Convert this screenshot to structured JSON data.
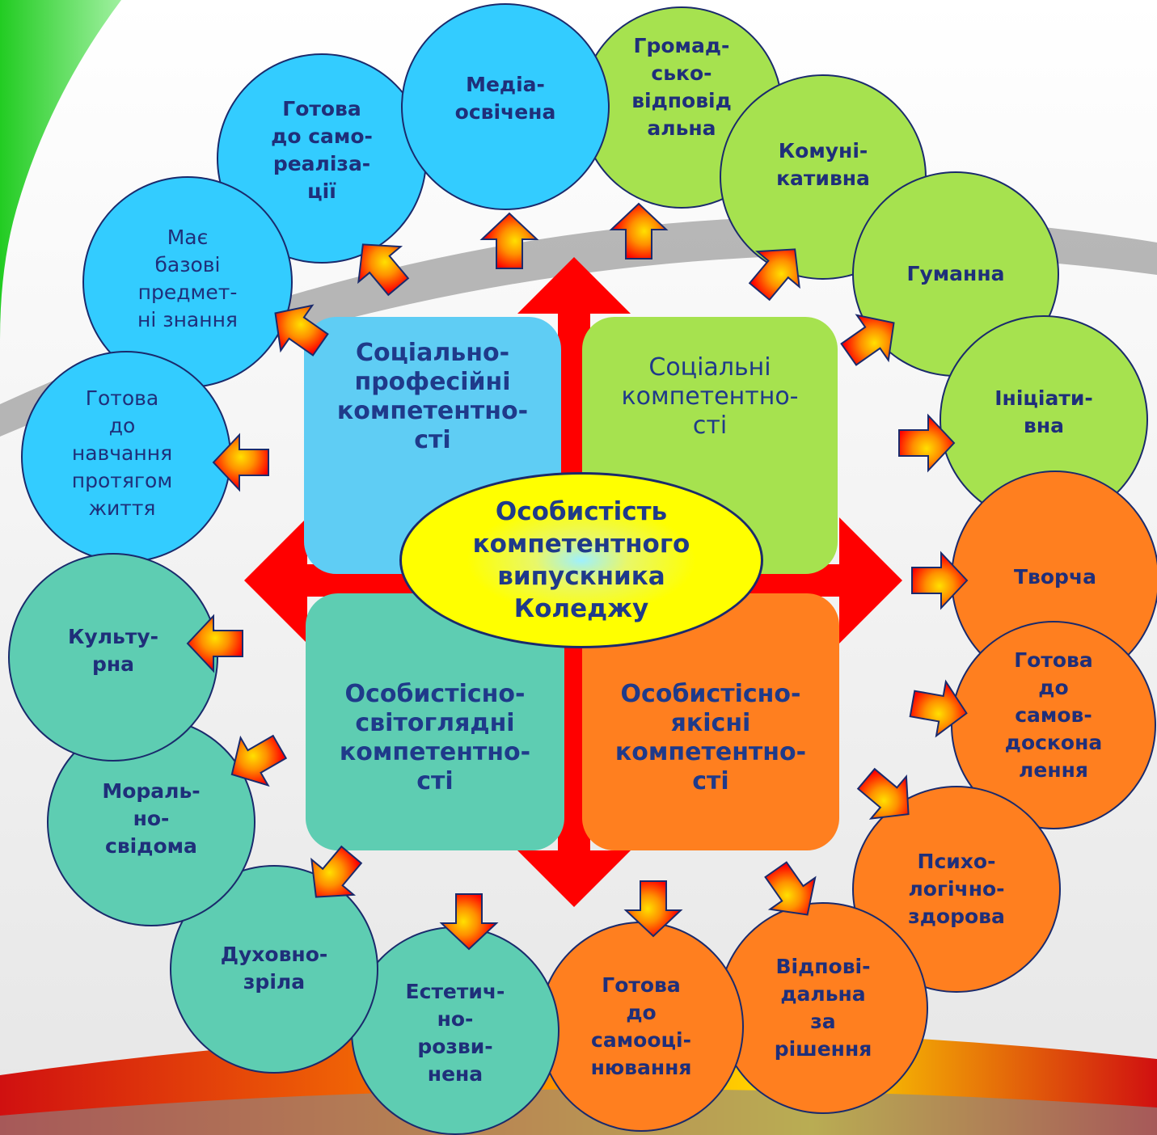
{
  "center": {
    "text": "Особистість\nкомпетентного\nвипускника\nКоледжу"
  },
  "quadrants": {
    "top_left": "Соціально-\nпрофесійні\nкомпетентно-\nсті",
    "top_right": "Соціальні\nкомпетентно-\nсті",
    "bottom_left": "Особистісно-\nсвітоглядні\nкомпетентно-\nсті",
    "bottom_right": "Особистісно-\nякісні\nкомпетентно-\nсті"
  },
  "circles": [
    {
      "id": "media",
      "group": "blue",
      "text": "Медіа-\nосвічена"
    },
    {
      "id": "self-realization",
      "group": "blue",
      "text": "Готова\nдо само-\nреаліза-\nції"
    },
    {
      "id": "basic-knowledge",
      "group": "blue",
      "text": "Має\nбазові\nпредмет-\nні знання"
    },
    {
      "id": "lifelong-learning",
      "group": "blue",
      "text": "Готова\nдо\nнавчання\nпротягом\nжиття"
    },
    {
      "id": "civic",
      "group": "green",
      "text": "Громад-\nсько-\nвідповід\nальна"
    },
    {
      "id": "communicative",
      "group": "green",
      "text": "Комуні-\nкативна"
    },
    {
      "id": "humane",
      "group": "green",
      "text": "Гуманна"
    },
    {
      "id": "initiative",
      "group": "green",
      "text": "Ініціати-\nвна"
    },
    {
      "id": "creative",
      "group": "orange",
      "text": "Творча"
    },
    {
      "id": "self-improvement",
      "group": "orange",
      "text": "Готова\nдо\nсамов-\nдоскона\nлення"
    },
    {
      "id": "psych-healthy",
      "group": "orange",
      "text": "Психо-\nлогічно-\nздорова"
    },
    {
      "id": "responsible",
      "group": "orange",
      "text": "Відпові-\nдальна\nза\nрішення"
    },
    {
      "id": "self-assessment",
      "group": "orange",
      "text": "Готова\nдо\nсамооці-\nнювання"
    },
    {
      "id": "aesthetic",
      "group": "teal",
      "text": "Естетич-\nно-\nрозви-\nнена"
    },
    {
      "id": "spiritual",
      "group": "teal",
      "text": "Духовно-\nзріла"
    },
    {
      "id": "moral",
      "group": "teal",
      "text": "Мораль-\nно-\nсвідома"
    },
    {
      "id": "cultural",
      "group": "teal",
      "text": "Культу-\nрна"
    }
  ],
  "colors": {
    "blue": "#33ccff",
    "green": "#a6e24f",
    "orange": "#ff7f1f",
    "teal": "#5ecdb2",
    "quad_top_left": "#5fcdf4",
    "quad_top_right": "#a6e24f",
    "quad_bottom_left": "#5ecdb2",
    "quad_bottom_right": "#ff7f1f",
    "cross": "#ff0000",
    "center": "#ffff00",
    "arrow_red": "#ff0000",
    "arrow_yellow": "#ffe000"
  }
}
